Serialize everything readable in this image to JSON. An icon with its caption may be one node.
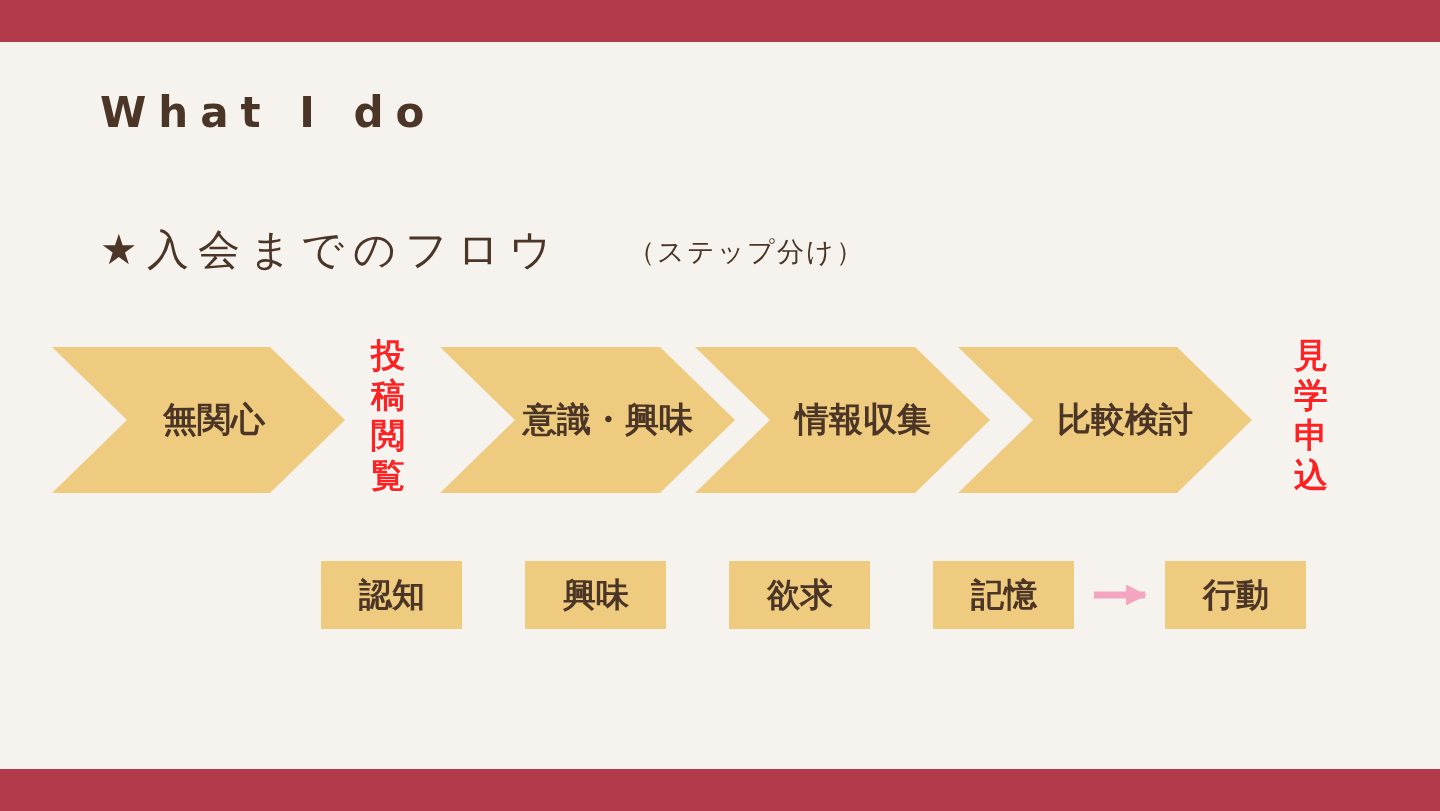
{
  "diagram": {
    "title": "What I do",
    "nodes": [
      {
        "text": [
          "無関心"
        ]
      },
      {
        "text": [
          "意識・興味"
        ]
      },
      {
        "text": [
          "情報収集"
        ]
      },
      {
        "text": [
          "比較検討"
        ]
      },
      {
        "text": [
          "認知"
        ]
      },
      {
        "text": [
          "興味"
        ]
      },
      {
        "text": [
          "欲求"
        ]
      },
      {
        "text": [
          "記憶"
        ]
      },
      {
        "text": [
          "行動"
        ]
      }
    ],
    "edges": [
      {
        "from": 7,
        "to": 8,
        "arrow": "to",
        "color": "#f4a6c0"
      }
    ],
    "labels": [
      "★入会までのフロウ",
      "（ステップ分け）",
      "投稿閲覧",
      "見学申込"
    ]
  }
}
